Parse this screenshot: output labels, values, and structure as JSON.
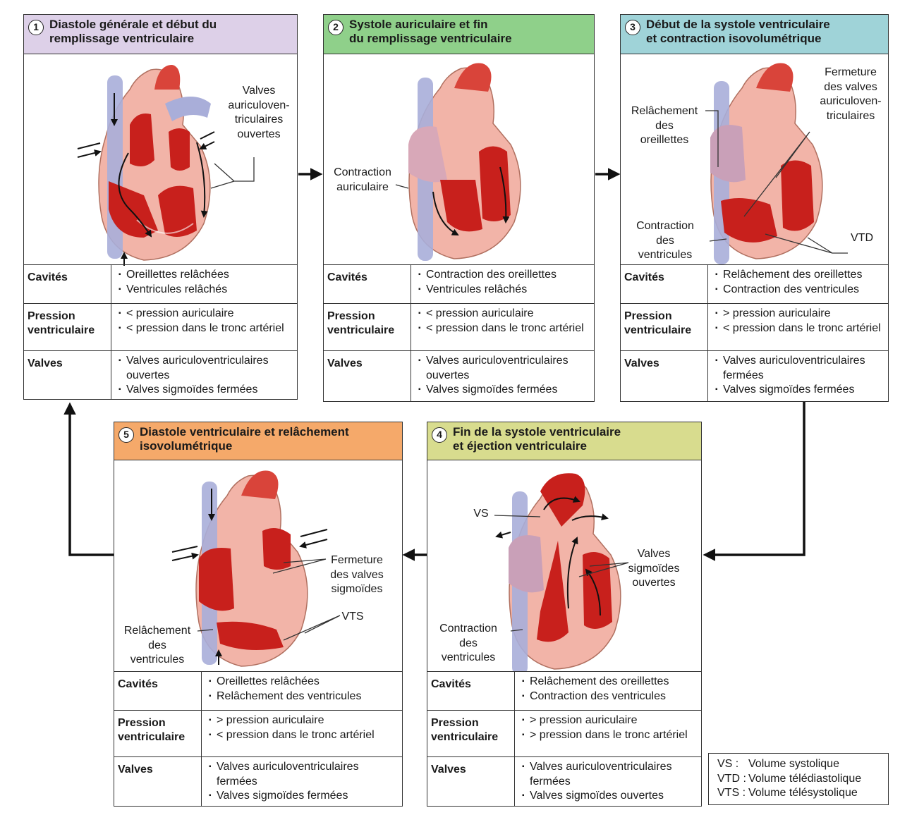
{
  "colors": {
    "panel1_header": "#ddd0e8",
    "panel2_header": "#8fd08a",
    "panel3_header": "#9fd3d8",
    "panel4_header": "#d8dc8e",
    "panel5_header": "#f5a96a",
    "heart_red": "#c8201c",
    "heart_muscle": "#f2b4a8",
    "vein_blue": "#a9aed9"
  },
  "panels": [
    {
      "number": "1",
      "title_lines": [
        "Diastole générale et début du",
        "remplissage ventriculaire"
      ],
      "labels": {
        "valves": [
          "Valves",
          "auriculoven-",
          "triculaires",
          "ouvertes"
        ]
      },
      "rows": [
        {
          "key": [
            "Cavités"
          ],
          "items": [
            "Oreillettes relâchées",
            "Ventricules relâchés"
          ]
        },
        {
          "key": [
            "Pression",
            "ventriculaire"
          ],
          "items": [
            "< pression auriculaire",
            "< pression dans le tronc artériel"
          ]
        },
        {
          "key": [
            "Valves"
          ],
          "items": [
            "Valves auriculoventriculaires ouvertes",
            "Valves sigmoïdes fermées"
          ]
        }
      ]
    },
    {
      "number": "2",
      "title_lines": [
        "Systole auriculaire et fin",
        "du remplissage ventriculaire"
      ],
      "labels": {
        "contraction": [
          "Contraction",
          "auriculaire"
        ]
      },
      "rows": [
        {
          "key": [
            "Cavités"
          ],
          "items": [
            "Contraction des oreillettes",
            "Ventricules relâchés"
          ]
        },
        {
          "key": [
            "Pression",
            "ventriculaire"
          ],
          "items": [
            "< pression auriculaire",
            "< pression dans le tronc artériel"
          ]
        },
        {
          "key": [
            "Valves"
          ],
          "items": [
            "Valves auriculoventriculaires ouvertes",
            "Valves sigmoïdes fermées"
          ]
        }
      ]
    },
    {
      "number": "3",
      "title_lines": [
        "Début de la systole ventriculaire",
        "et contraction isovolumétrique"
      ],
      "labels": {
        "relax": [
          "Relâchement",
          "des",
          "oreillettes"
        ],
        "closing": [
          "Fermeture",
          "des valves",
          "auriculoven-",
          "triculaires"
        ],
        "contraction": [
          "Contraction",
          "des",
          "ventricules"
        ],
        "vtd": "VTD"
      },
      "rows": [
        {
          "key": [
            "Cavités"
          ],
          "items": [
            "Relâchement des oreillettes",
            "Contraction des ventricules"
          ]
        },
        {
          "key": [
            "Pression",
            "ventriculaire"
          ],
          "items": [
            "> pression auriculaire",
            "< pression dans le tronc artériel"
          ]
        },
        {
          "key": [
            "Valves"
          ],
          "items": [
            "Valves auriculoventriculaires fermées",
            "Valves sigmoïdes fermées"
          ]
        }
      ]
    },
    {
      "number": "4",
      "title_lines": [
        "Fin de la systole ventriculaire",
        "et éjection ventriculaire"
      ],
      "labels": {
        "vs": "VS",
        "valves": [
          "Valves",
          "sigmoïdes",
          "ouvertes"
        ],
        "contraction": [
          "Contraction",
          "des",
          "ventricules"
        ]
      },
      "rows": [
        {
          "key": [
            "Cavités"
          ],
          "items": [
            "Relâchement des oreillettes",
            "Contraction des ventricules"
          ]
        },
        {
          "key": [
            "Pression",
            "ventriculaire"
          ],
          "items": [
            "> pression auriculaire",
            "> pression dans le tronc artériel"
          ]
        },
        {
          "key": [
            "Valves"
          ],
          "items": [
            "Valves auriculoventriculaires fermées",
            "Valves sigmoïdes ouvertes"
          ]
        }
      ]
    },
    {
      "number": "5",
      "title_lines": [
        "Diastole ventriculaire et relâchement",
        "isovolumétrique"
      ],
      "labels": {
        "closing": [
          "Fermeture",
          "des valves",
          "sigmoïdes"
        ],
        "vts": "VTS",
        "relax": [
          "Relâchement",
          "des",
          "ventricules"
        ]
      },
      "rows": [
        {
          "key": [
            "Cavités"
          ],
          "items": [
            "Oreillettes relâchées",
            "Relâchement des ventricules"
          ]
        },
        {
          "key": [
            "Pression",
            "ventriculaire"
          ],
          "items": [
            "> pression auriculaire",
            "< pression dans le tronc artériel"
          ]
        },
        {
          "key": [
            "Valves"
          ],
          "items": [
            "Valves auriculoventriculaires fermées",
            "Valves sigmoïdes fermées"
          ]
        }
      ]
    }
  ],
  "legend": [
    {
      "abbr": "VS :",
      "text": "Volume systolique"
    },
    {
      "abbr": "VTD :",
      "text": "Volume télédiastolique"
    },
    {
      "abbr": "VTS :",
      "text": "Volume télésystolique"
    }
  ]
}
